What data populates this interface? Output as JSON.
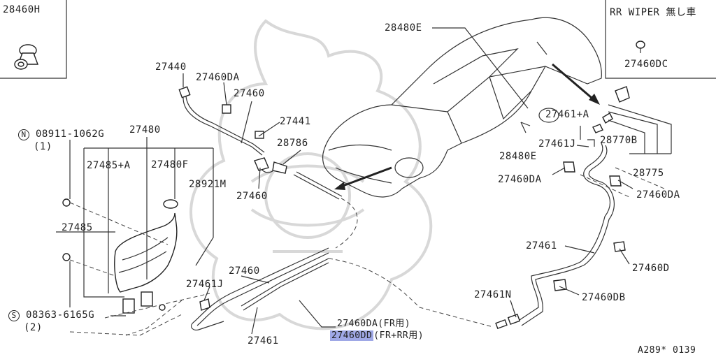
{
  "colors": {
    "background": "#ffffff",
    "ink": "#222222",
    "highlight": "#9fa8e6"
  },
  "inset_left": {
    "label": "28460H"
  },
  "inset_right": {
    "title": "RR WIPER  無し車",
    "label": "27460DC"
  },
  "labels": {
    "p28480E_top": "28480E",
    "p27440": "27440",
    "p27460DA_top": "27460DA",
    "p27460_upper": "27460",
    "p27441": "27441",
    "p28786": "28786",
    "p27460_mid": "27460",
    "n_part": "08911-1062G",
    "n_qty": "(1)",
    "p27480": "27480",
    "p27485A": "27485+A",
    "p27480F": "27480F",
    "p28921M": "28921M",
    "p27485": "27485",
    "s_part": "08363-6165G",
    "s_qty": "(2)",
    "p27460_low": "27460",
    "p27461J_low": "27461J",
    "p27461_low": "27461",
    "p27460DA_fr": "27460DA(FR用)",
    "p27460DD_code": "27460DD",
    "p27460DD_note": "(FR+RR用)",
    "p27461N": "27461N",
    "p27461_right": "27461",
    "p27460D": "27460D",
    "p27460DB": "27460DB",
    "p27460DA_right1": "27460DA",
    "p27460DA_right2": "27460DA",
    "p28775": "28775",
    "p28770B": "28770B",
    "p27461J_right": "27461J",
    "p27461A": "27461+A",
    "p28480E_car": "28480E",
    "diagram_code": "A289* 0139"
  },
  "circle_marks": {
    "n": "N",
    "s": "S"
  }
}
